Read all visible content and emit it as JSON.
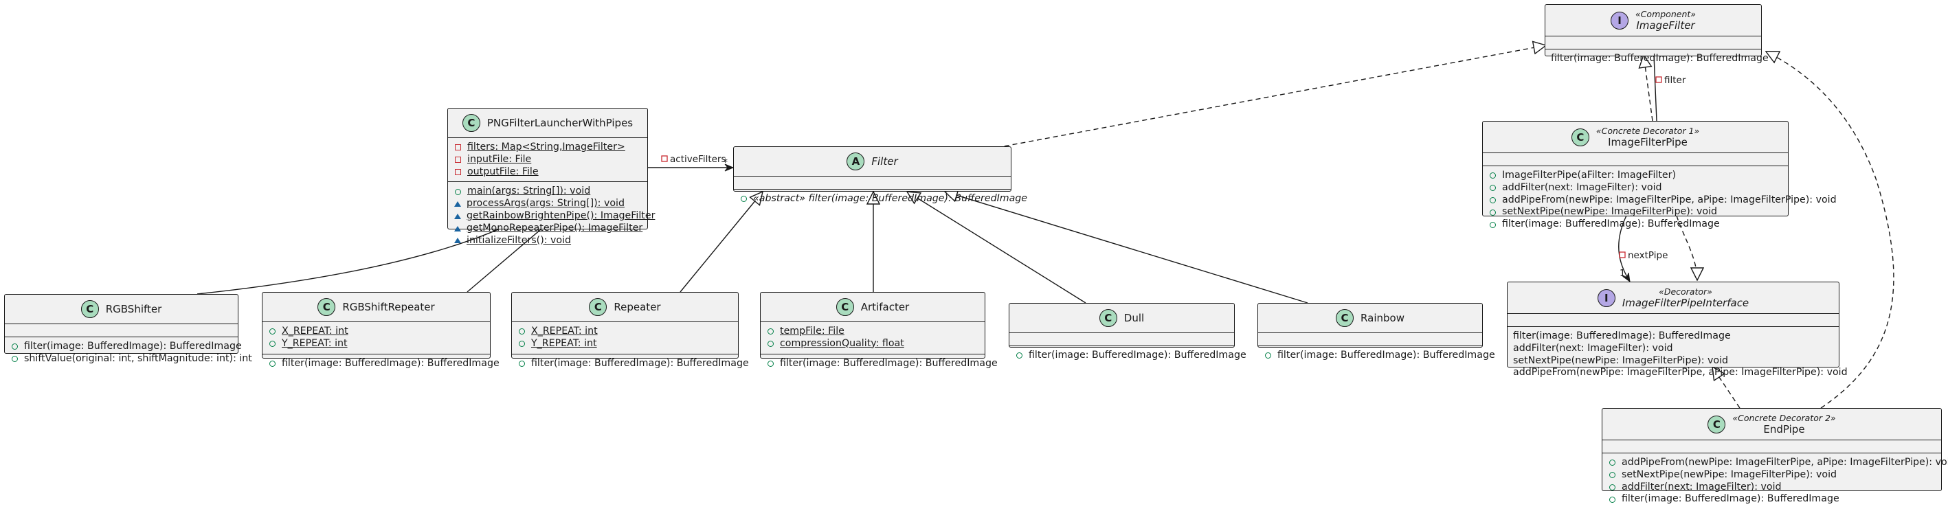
{
  "classes": {
    "png_launcher": {
      "name": "PNGFilterLauncherWithPipes",
      "kind": "C",
      "fields": [
        {
          "vis": "private",
          "text": "filters: Map<String,ImageFilter>",
          "static": true
        },
        {
          "vis": "private",
          "text": "inputFile: File",
          "static": true
        },
        {
          "vis": "private",
          "text": "outputFile: File",
          "static": true
        }
      ],
      "methods": [
        {
          "vis": "public",
          "text": "main(args: String[]): void",
          "static": true
        },
        {
          "vis": "package",
          "text": "processArgs(args: String[]): void",
          "static": true
        },
        {
          "vis": "package",
          "text": "getRainbowBrightenPipe(): ImageFilter",
          "static": true
        },
        {
          "vis": "package",
          "text": "getMonoRepeaterPipe(): ImageFilter",
          "static": true
        },
        {
          "vis": "package",
          "text": "initializeFilters(): void",
          "static": true
        }
      ]
    },
    "filter": {
      "name": "Filter",
      "kind": "A",
      "fields": [],
      "methods": [
        {
          "vis": "public",
          "text": "«abstract» filter(image: BufferedImage): BufferedImage",
          "abstract": true
        }
      ]
    },
    "image_filter": {
      "name": "ImageFilter",
      "stereotype": "«Component»",
      "kind": "I",
      "fields": [],
      "methods": [
        {
          "vis": "none",
          "text": "filter(image: BufferedImage): BufferedImage"
        }
      ]
    },
    "image_filter_pipe": {
      "name": "ImageFilterPipe",
      "stereotype": "«Concrete Decorator 1»",
      "kind": "C",
      "fields": [],
      "methods": [
        {
          "vis": "public",
          "text": "ImageFilterPipe(aFilter: ImageFilter)"
        },
        {
          "vis": "public",
          "text": "addFilter(next: ImageFilter): void"
        },
        {
          "vis": "public",
          "text": "addPipeFrom(newPipe: ImageFilterPipe, aPipe: ImageFilterPipe): void"
        },
        {
          "vis": "public",
          "text": "setNextPipe(newPipe: ImageFilterPipe): void"
        },
        {
          "vis": "public",
          "text": "filter(image: BufferedImage): BufferedImage"
        }
      ]
    },
    "pipe_interface": {
      "name": "ImageFilterPipeInterface",
      "stereotype": "«Decorator»",
      "kind": "I",
      "fields": [],
      "methods": [
        {
          "vis": "none",
          "text": "filter(image: BufferedImage): BufferedImage"
        },
        {
          "vis": "none",
          "text": "addFilter(next: ImageFilter): void"
        },
        {
          "vis": "none",
          "text": "setNextPipe(newPipe: ImageFilterPipe): void"
        },
        {
          "vis": "none",
          "text": "addPipeFrom(newPipe: ImageFilterPipe, aPipe: ImageFilterPipe): void"
        }
      ]
    },
    "end_pipe": {
      "name": "EndPipe",
      "stereotype": "«Concrete Decorator 2»",
      "kind": "C",
      "fields": [],
      "methods": [
        {
          "vis": "public",
          "text": "addPipeFrom(newPipe: ImageFilterPipe, aPipe: ImageFilterPipe): void"
        },
        {
          "vis": "public",
          "text": "setNextPipe(newPipe: ImageFilterPipe): void"
        },
        {
          "vis": "public",
          "text": "addFilter(next: ImageFilter): void"
        },
        {
          "vis": "public",
          "text": "filter(image: BufferedImage): BufferedImage"
        }
      ]
    },
    "rgb_shifter": {
      "name": "RGBShifter",
      "kind": "C",
      "fields": [],
      "methods": [
        {
          "vis": "public",
          "text": "filter(image: BufferedImage): BufferedImage"
        },
        {
          "vis": "public",
          "text": "shiftValue(original: int, shiftMagnitude: int): int"
        }
      ]
    },
    "rgb_shift_repeater": {
      "name": "RGBShiftRepeater",
      "kind": "C",
      "fields": [
        {
          "vis": "public",
          "text": "X_REPEAT: int",
          "static": true
        },
        {
          "vis": "public",
          "text": "Y_REPEAT: int",
          "static": true
        }
      ],
      "methods": [
        {
          "vis": "public",
          "text": "filter(image: BufferedImage): BufferedImage"
        }
      ]
    },
    "repeater": {
      "name": "Repeater",
      "kind": "C",
      "fields": [
        {
          "vis": "public",
          "text": "X_REPEAT: int",
          "static": true
        },
        {
          "vis": "public",
          "text": "Y_REPEAT: int",
          "static": true
        }
      ],
      "methods": [
        {
          "vis": "public",
          "text": "filter(image: BufferedImage): BufferedImage"
        }
      ]
    },
    "artifacter": {
      "name": "Artifacter",
      "kind": "C",
      "fields": [
        {
          "vis": "public",
          "text": "tempFile: File",
          "static": true
        },
        {
          "vis": "public",
          "text": "compressionQuality: float",
          "static": true
        }
      ],
      "methods": [
        {
          "vis": "public",
          "text": "filter(image: BufferedImage): BufferedImage"
        }
      ]
    },
    "dull": {
      "name": "Dull",
      "kind": "C",
      "fields": [],
      "methods": [
        {
          "vis": "public",
          "text": "filter(image: BufferedImage): BufferedImage"
        }
      ]
    },
    "rainbow": {
      "name": "Rainbow",
      "kind": "C",
      "fields": [],
      "methods": [
        {
          "vis": "public",
          "text": "filter(image: BufferedImage): BufferedImage"
        }
      ]
    }
  },
  "edge_labels": {
    "active_filters": "activeFilters",
    "active_filters_mult": "*",
    "filter_role": "filter",
    "next_pipe_role": "nextPipe",
    "next_pipe_mult": "1"
  },
  "colors": {
    "class_badge": "#a9dcbe",
    "interface_badge": "#b4a7e5",
    "box_fill": "#f1f1f1",
    "public_vis": "#038048",
    "private_vis": "#c82930",
    "package_vis": "#1963a0"
  }
}
